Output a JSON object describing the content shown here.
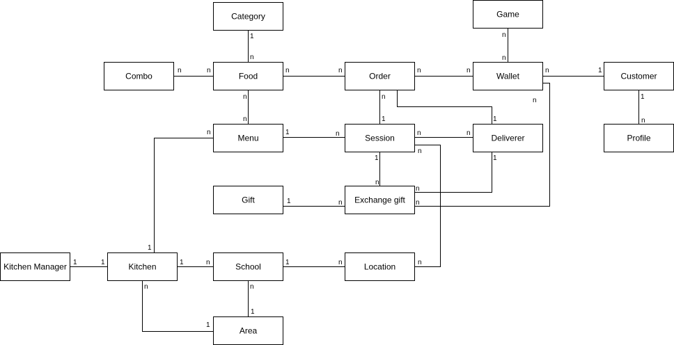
{
  "entities": {
    "category": "Category",
    "game": "Game",
    "combo": "Combo",
    "food": "Food",
    "order": "Order",
    "wallet": "Wallet",
    "customer": "Customer",
    "menu": "Menu",
    "session": "Session",
    "deliverer": "Deliverer",
    "profile": "Profile",
    "gift": "Gift",
    "exchange_gift": "Exchange gift",
    "kitchen_manager": "Kitchen Manager",
    "kitchen": "Kitchen",
    "school": "School",
    "location": "Location",
    "area": "Area"
  },
  "cardinalities": {
    "category_food_a": "1",
    "category_food_b": "n",
    "game_wallet_a": "n",
    "game_wallet_b": "n",
    "combo_food_a": "n",
    "combo_food_b": "n",
    "food_order_a": "n",
    "food_order_b": "n",
    "order_wallet_a": "n",
    "order_wallet_b": "n",
    "wallet_customer_a": "n",
    "wallet_customer_b": "1",
    "wallet_exchange_a": "n",
    "wallet_exchange_b": "n",
    "customer_profile_a": "1",
    "customer_profile_b": "n",
    "food_menu_a": "n",
    "food_menu_b": "n",
    "order_session_a": "n",
    "order_session_b": "1",
    "order_deliverer": "1",
    "menu_kitchen_a": "n",
    "menu_kitchen_b": "1",
    "menu_session_a": "1",
    "menu_session_b": "n",
    "session_deliverer_a": "n",
    "session_deliverer_b": "n",
    "session_exchange_a": "1",
    "session_exchange_b": "n",
    "session_location": "n",
    "deliverer_exchange_a": "1",
    "deliverer_exchange_b": "n",
    "gift_exchange_a": "1",
    "gift_exchange_b": "n",
    "km_kitchen_a": "1",
    "km_kitchen_b": "1",
    "kitchen_school_a": "1",
    "kitchen_school_b": "n",
    "kitchen_area_a": "n",
    "kitchen_area_b": "1",
    "school_location_a": "1",
    "school_location_b": "n",
    "location_session": "n",
    "school_area_a": "n",
    "school_area_b": "1"
  }
}
